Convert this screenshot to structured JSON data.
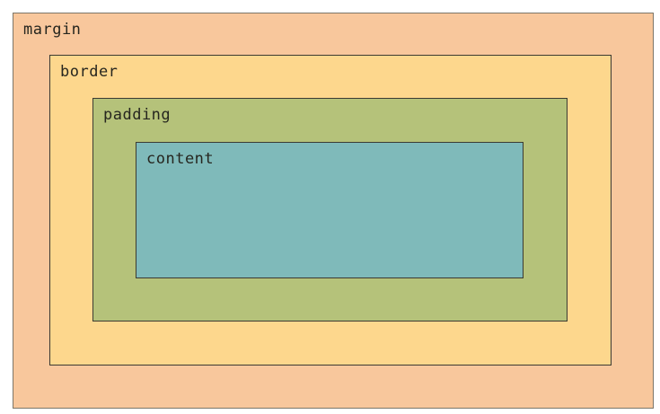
{
  "diagram": {
    "labels": {
      "margin": "margin",
      "border": "border",
      "padding": "padding",
      "content": "content"
    },
    "colors": {
      "margin_fill": "#f8c79c",
      "border_fill": "#fdd78d",
      "padding_fill": "#b5c27a",
      "content_fill": "#7fbaba",
      "outer_outline": "#7d7668",
      "inner_outline": "#3b3a32",
      "text": "#26261f",
      "page_background": "#ffffff"
    }
  }
}
